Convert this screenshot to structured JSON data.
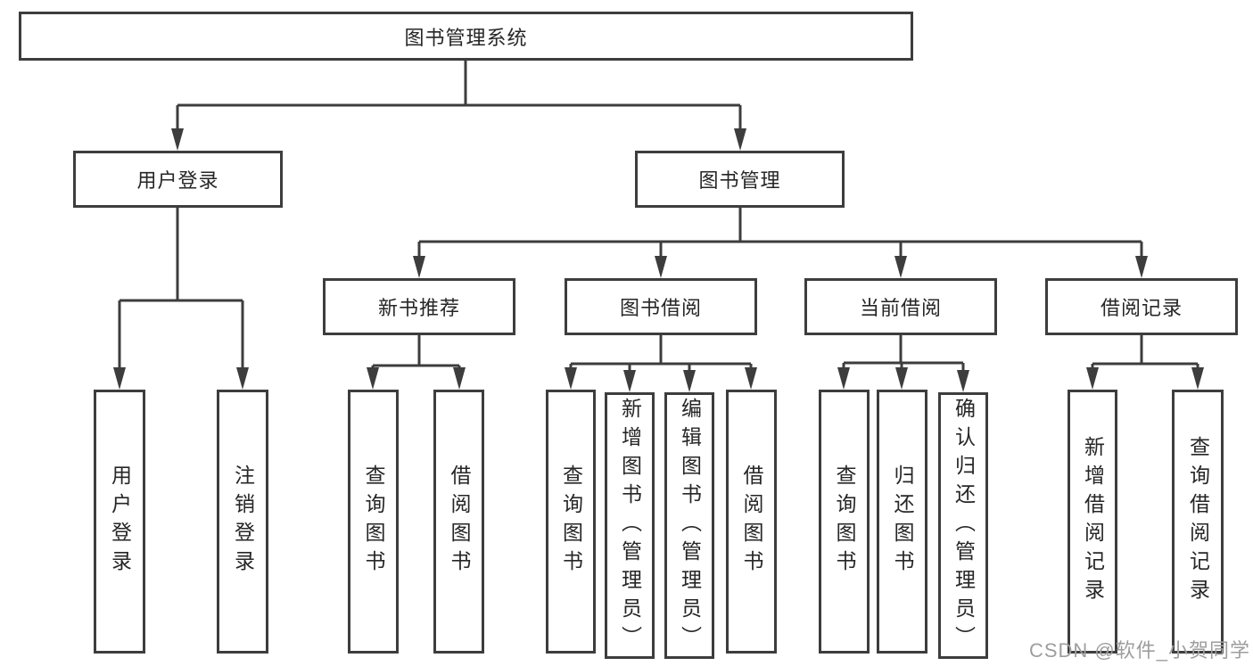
{
  "diagram": {
    "type": "tree-hierarchy-flowchart",
    "colors": {
      "background": "#ffffff",
      "line": "#3d3d3d",
      "box_border": "#3d3d3d",
      "text": "#262626",
      "watermark": "#9e9e9e"
    },
    "nodes": {
      "root": "图书管理系统",
      "user_login": "用户登录",
      "book_management": "图书管理",
      "new_book_recommend": "新书推荐",
      "book_borrow": "图书借阅",
      "current_borrow": "当前借阅",
      "borrow_records": "借阅记录",
      "leaf_user_login": "用户登录",
      "leaf_logout": "注销登录",
      "nbr_query_books": "查询图书",
      "nbr_borrow_books": "借阅图书",
      "bb_query_books": "查询图书",
      "bb_add_books_admin": "新增图书（管理员）",
      "bb_edit_books_admin": "编辑图书（管理员）",
      "bb_borrow_books": "借阅图书",
      "cb_query_books": "查询图书",
      "cb_return_books": "归还图书",
      "cb_confirm_return_admin": "确认归还（管理员）",
      "br_add_record": "新增借阅记录",
      "br_query_record": "查询借阅记录"
    },
    "edges": [
      [
        "root",
        "user_login"
      ],
      [
        "root",
        "book_management"
      ],
      [
        "user_login",
        "leaf_user_login"
      ],
      [
        "user_login",
        "leaf_logout"
      ],
      [
        "book_management",
        "new_book_recommend"
      ],
      [
        "book_management",
        "book_borrow"
      ],
      [
        "book_management",
        "current_borrow"
      ],
      [
        "book_management",
        "borrow_records"
      ],
      [
        "new_book_recommend",
        "nbr_query_books"
      ],
      [
        "new_book_recommend",
        "nbr_borrow_books"
      ],
      [
        "book_borrow",
        "bb_query_books"
      ],
      [
        "book_borrow",
        "bb_add_books_admin"
      ],
      [
        "book_borrow",
        "bb_edit_books_admin"
      ],
      [
        "book_borrow",
        "bb_borrow_books"
      ],
      [
        "current_borrow",
        "cb_query_books"
      ],
      [
        "current_borrow",
        "cb_return_books"
      ],
      [
        "current_borrow",
        "cb_confirm_return_admin"
      ],
      [
        "borrow_records",
        "br_add_record"
      ],
      [
        "borrow_records",
        "br_query_record"
      ]
    ]
  },
  "watermark": "CSDN @软件_小贺同学"
}
